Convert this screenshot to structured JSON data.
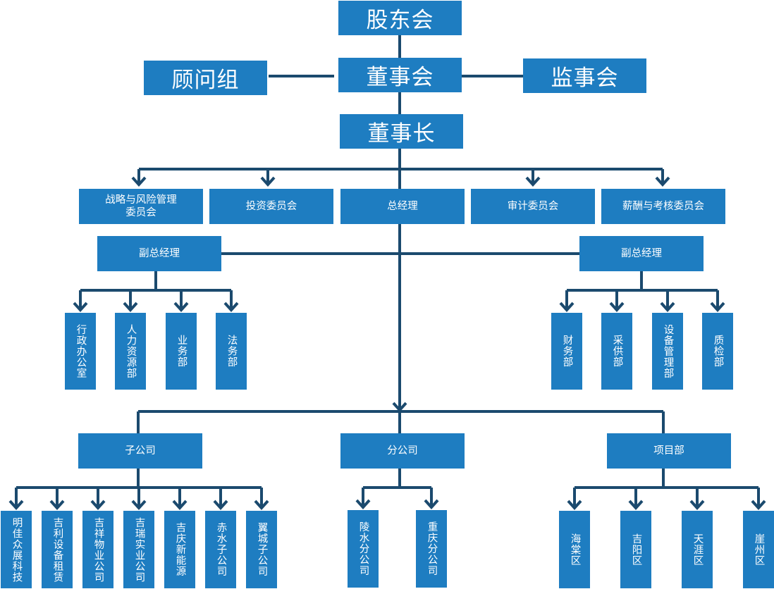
{
  "top": {
    "shareholders": "股东会",
    "board": "董事会",
    "advisors": "顾问组",
    "supervisors": "监事会",
    "chairman": "董事长"
  },
  "committees": {
    "strategy_line1": "战略与风险管理",
    "strategy_line2": "委员会",
    "investment": "投资委员会",
    "gm": "总经理",
    "audit": "审计委员会",
    "compensation": "薪酬与考核委员会"
  },
  "vice_gm": {
    "left": "副总经理",
    "right": "副总经理"
  },
  "departments_left": [
    "行政办公室",
    "人力资源部",
    "业务部",
    "法务部"
  ],
  "departments_right": [
    "财务部",
    "采供部",
    "设备管理部",
    "质检部"
  ],
  "branches": {
    "subsidiary": "子公司",
    "branch": "分公司",
    "project": "项目部"
  },
  "subsidiaries": [
    "明佳众展科技",
    "吉利设备租赁",
    "吉祥物业公司",
    "吉瑞实业公司",
    "吉庆新能源",
    "赤水子公司",
    "翼城子公司"
  ],
  "branch_offices": [
    "陵水分公司",
    "重庆分公司"
  ],
  "project_areas": [
    "海棠区",
    "吉阳区",
    "天涯区",
    "崖州区"
  ],
  "colors": {
    "box": "#1e7dc1",
    "line": "#1b4a6e",
    "text": "#ffffff"
  }
}
